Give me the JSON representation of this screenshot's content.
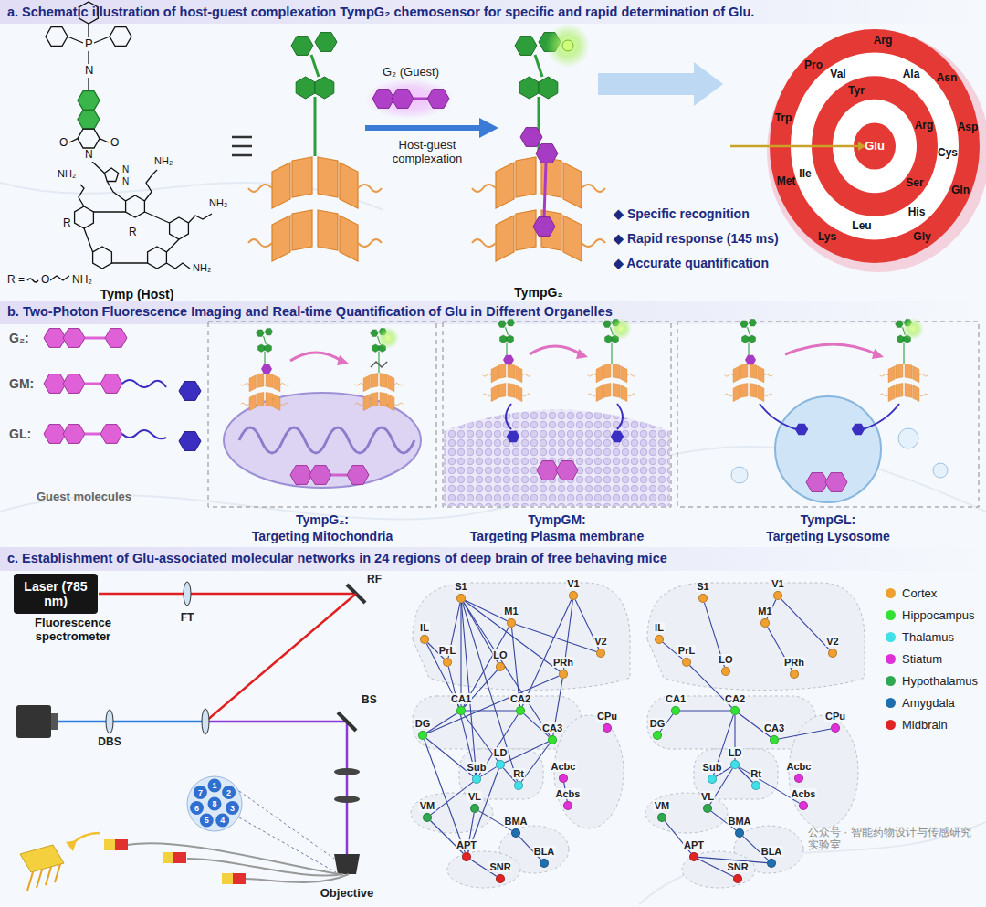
{
  "diagram": {
    "nodes": [
      {
        "text": [
          "Laser (785 nm)",
          "Fluorescence spectrometer"
        ]
      },
      {
        "text": [
          "S1"
        ]
      },
      {
        "text": [
          "M1"
        ]
      },
      {
        "text": [
          "V1"
        ]
      },
      {
        "text": [
          "V2"
        ]
      },
      {
        "text": [
          "IL"
        ]
      },
      {
        "text": [
          "PrL"
        ]
      },
      {
        "text": [
          "LO"
        ]
      },
      {
        "text": [
          "PRh"
        ]
      },
      {
        "text": [
          "CA1"
        ]
      },
      {
        "text": [
          "CA2"
        ]
      },
      {
        "text": [
          "DG"
        ]
      },
      {
        "text": [
          "CA3"
        ]
      },
      {
        "text": [
          "CPu"
        ]
      },
      {
        "text": [
          "Sub"
        ]
      },
      {
        "text": [
          "LD"
        ]
      },
      {
        "text": [
          "Rt"
        ]
      },
      {
        "text": [
          "Acbc"
        ]
      },
      {
        "text": [
          "Acbs"
        ]
      },
      {
        "text": [
          "VM"
        ]
      },
      {
        "text": [
          "VL"
        ]
      },
      {
        "text": [
          "BMA"
        ]
      },
      {
        "text": [
          "APT"
        ]
      },
      {
        "text": [
          "BLA"
        ]
      },
      {
        "text": [
          "SNR"
        ]
      },
      {
        "text": [
          "S1"
        ]
      },
      {
        "text": [
          "M1"
        ]
      },
      {
        "text": [
          "V1"
        ]
      },
      {
        "text": [
          "V2"
        ]
      },
      {
        "text": [
          "IL"
        ]
      },
      {
        "text": [
          "PrL"
        ]
      },
      {
        "text": [
          "LO"
        ]
      },
      {
        "text": [
          "PRh"
        ]
      },
      {
        "text": [
          "CA1"
        ]
      },
      {
        "text": [
          "CA2"
        ]
      },
      {
        "text": [
          "DG"
        ]
      },
      {
        "text": [
          "CA3"
        ]
      },
      {
        "text": [
          "CPu"
        ]
      },
      {
        "text": [
          "Sub"
        ]
      },
      {
        "text": [
          "LD"
        ]
      },
      {
        "text": [
          "Rt"
        ]
      },
      {
        "text": [
          "Acbc"
        ]
      },
      {
        "text": [
          "Acbs"
        ]
      },
      {
        "text": [
          "VM"
        ]
      },
      {
        "text": [
          "VL"
        ]
      },
      {
        "text": [
          "BMA"
        ]
      },
      {
        "text": [
          "APT"
        ]
      },
      {
        "text": [
          "BLA"
        ]
      },
      {
        "text": [
          "SNR"
        ]
      }
    ],
    "edges": [
      {
        "from": 1,
        "to": 2,
        "arrow": "none"
      },
      {
        "from": 1,
        "to": 6,
        "arrow": "none"
      },
      {
        "from": 1,
        "to": 7,
        "arrow": "none"
      },
      {
        "from": 1,
        "to": 8,
        "arrow": "none"
      },
      {
        "from": 1,
        "to": 9,
        "arrow": "none"
      },
      {
        "from": 1,
        "to": 12,
        "arrow": "none"
      },
      {
        "from": 1,
        "to": 14,
        "arrow": "none"
      },
      {
        "from": 1,
        "to": 16,
        "arrow": "none"
      },
      {
        "from": 2,
        "to": 4,
        "arrow": "none"
      },
      {
        "from": 2,
        "to": 9,
        "arrow": "none"
      },
      {
        "from": 2,
        "to": 10,
        "arrow": "none"
      },
      {
        "from": 3,
        "to": 4,
        "arrow": "none"
      },
      {
        "from": 3,
        "to": 10,
        "arrow": "none"
      },
      {
        "from": 3,
        "to": 8,
        "arrow": "none"
      },
      {
        "from": 5,
        "to": 6,
        "arrow": "none"
      },
      {
        "from": 5,
        "to": 9,
        "arrow": "none"
      },
      {
        "from": 6,
        "to": 14,
        "arrow": "none"
      },
      {
        "from": 7,
        "to": 9,
        "arrow": "none"
      },
      {
        "from": 8,
        "to": 12,
        "arrow": "none"
      },
      {
        "from": 8,
        "to": 11,
        "arrow": "none"
      },
      {
        "from": 9,
        "to": 10,
        "arrow": "none"
      },
      {
        "from": 9,
        "to": 11,
        "arrow": "none"
      },
      {
        "from": 9,
        "to": 15,
        "arrow": "none"
      },
      {
        "from": 10,
        "to": 12,
        "arrow": "none"
      },
      {
        "from": 10,
        "to": 14,
        "arrow": "none"
      },
      {
        "from": 11,
        "to": 14,
        "arrow": "none"
      },
      {
        "from": 11,
        "to": 22,
        "arrow": "none"
      },
      {
        "from": 12,
        "to": 15,
        "arrow": "none"
      },
      {
        "from": 12,
        "to": 16,
        "arrow": "none"
      },
      {
        "from": 14,
        "to": 15,
        "arrow": "none"
      },
      {
        "from": 14,
        "to": 19,
        "arrow": "none"
      },
      {
        "from": 15,
        "to": 16,
        "arrow": "none"
      },
      {
        "from": 15,
        "to": 22,
        "arrow": "none"
      },
      {
        "from": 20,
        "to": 21,
        "arrow": "none"
      },
      {
        "from": 20,
        "to": 22,
        "arrow": "none"
      },
      {
        "from": 19,
        "to": 22,
        "arrow": "none"
      },
      {
        "from": 21,
        "to": 23,
        "arrow": "none"
      },
      {
        "from": 17,
        "to": 18,
        "arrow": "none"
      },
      {
        "from": 22,
        "to": 24,
        "arrow": "none"
      },
      {
        "from": 26,
        "to": 27,
        "arrow": "none"
      },
      {
        "from": 27,
        "to": 28,
        "arrow": "none"
      },
      {
        "from": 26,
        "to": 32,
        "arrow": "none"
      },
      {
        "from": 25,
        "to": 31,
        "arrow": "none"
      },
      {
        "from": 29,
        "to": 30,
        "arrow": "none"
      },
      {
        "from": 30,
        "to": 34,
        "arrow": "none"
      },
      {
        "from": 33,
        "to": 34,
        "arrow": "none"
      },
      {
        "from": 34,
        "to": 36,
        "arrow": "none"
      },
      {
        "from": 34,
        "to": 38,
        "arrow": "none"
      },
      {
        "from": 34,
        "to": 39,
        "arrow": "none"
      },
      {
        "from": 36,
        "to": 37,
        "arrow": "none"
      },
      {
        "from": 35,
        "to": 33,
        "arrow": "none"
      },
      {
        "from": 38,
        "to": 39,
        "arrow": "none"
      },
      {
        "from": 39,
        "to": 40,
        "arrow": "none"
      },
      {
        "from": 39,
        "to": 44,
        "arrow": "none"
      },
      {
        "from": 39,
        "to": 42,
        "arrow": "none"
      },
      {
        "from": 44,
        "to": 45,
        "arrow": "none"
      },
      {
        "from": 45,
        "to": 47,
        "arrow": "none"
      },
      {
        "from": 46,
        "to": 47,
        "arrow": "none"
      },
      {
        "from": 46,
        "to": 48,
        "arrow": "none"
      },
      {
        "from": 43,
        "to": 46,
        "arrow": "none"
      }
    ],
    "labels": [
      "a. Schematic illustration of host-guest complexation TympG₂ chemosensor for specific and rapid determination of Glu.",
      "Tymp (Host)",
      "R =",
      "O",
      "NH₂",
      "P",
      "N",
      "O",
      "O",
      "N",
      "N",
      "N",
      "R",
      "R",
      "NH₂",
      "NH₂",
      "NH₂",
      "NH₂",
      "G₂ (Guest)",
      "Host-guest complexation",
      "TympG₂",
      "◆ Specific recognition",
      "◆ Rapid response (145 ms)",
      "◆ Accurate quantification",
      "Pro",
      "Arg",
      "Val",
      "Asn",
      "Trp",
      "Ala",
      "Tyr",
      "Asp",
      "Glu",
      "Arg",
      "Cys",
      "Ser",
      "Ile",
      "Gln",
      "His",
      "Met",
      "Leu",
      "Lys",
      "Gly",
      "b. Two-Photon Fluorescence Imaging and Real-time Quantification of Glu in Different Organelles",
      "G₂:",
      "GM:",
      "GL:",
      "Guest molecules",
      "TympG₂:",
      "Targeting Mitochondria",
      "TympGM:",
      "Targeting Plasma membrane",
      "TympGL:",
      "Targeting Lysosome",
      "c. Establishment of Glu-associated molecular networks in 24 regions of deep brain of free behaving mice",
      "FT",
      "RF",
      "DBS",
      "BS",
      "Objective",
      "1",
      "2",
      "3",
      "4",
      "5",
      "6",
      "7",
      "8",
      "公众号 · 智能药物设计与传感研究实验室"
    ],
    "legend": [
      {
        "text": "Cortex",
        "color": "#f0a030"
      },
      {
        "text": "Hippocampus",
        "color": "#35e035"
      },
      {
        "text": "Thalamus",
        "color": "#3fe0e8"
      },
      {
        "text": "Stiatum",
        "color": "#e030d8"
      },
      {
        "text": "Hypothalamus",
        "color": "#2fa84f"
      },
      {
        "text": "Amygdala",
        "color": "#1f6fae"
      },
      {
        "text": "Midbrain",
        "color": "#e02424"
      }
    ]
  }
}
